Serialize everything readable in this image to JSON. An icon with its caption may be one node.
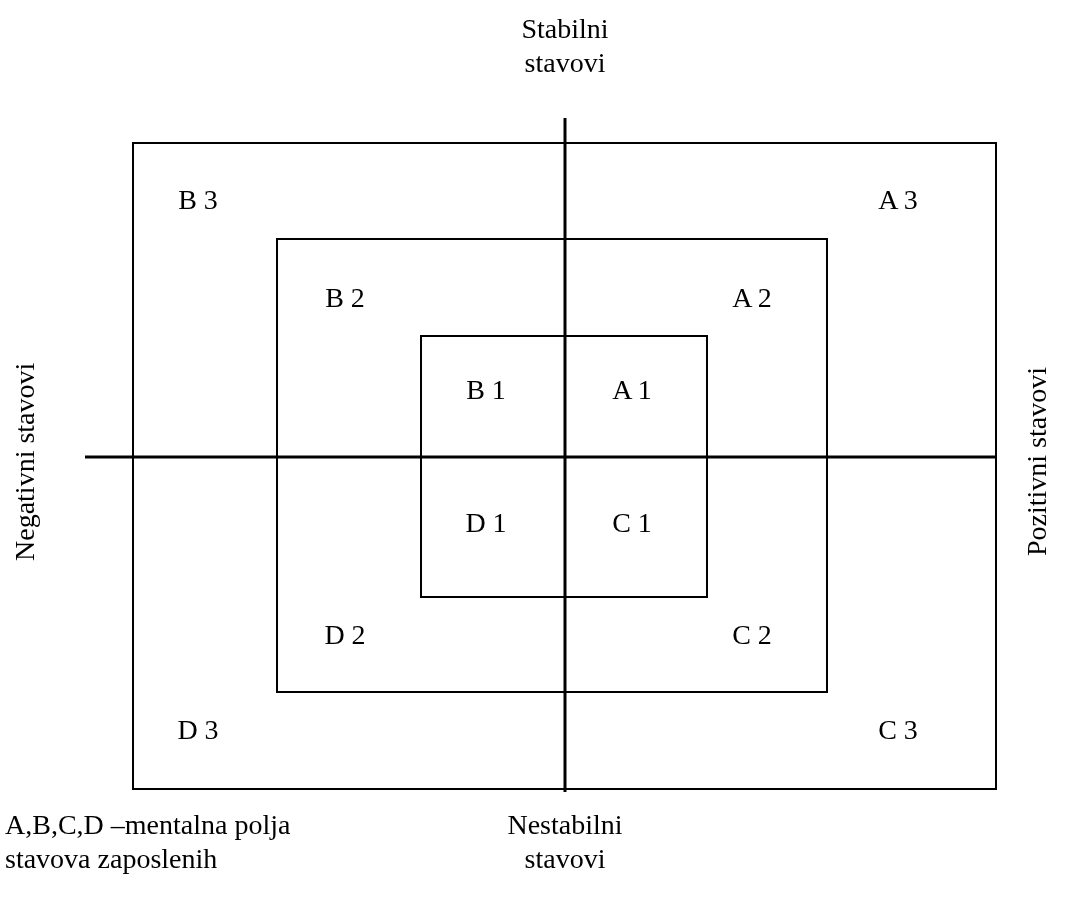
{
  "diagram": {
    "nodes": [
      {
        "text": [
          "B 3",
          "A 3",
          "D 3",
          "C 3"
        ]
      },
      {
        "text": [
          "B 2",
          "A 2",
          "D 2",
          "C 2"
        ],
        "in": 0
      },
      {
        "text": [
          "B 1",
          "A 1",
          "D 1",
          "C 1"
        ],
        "in": 1
      }
    ],
    "labels": [
      "Stabilni stavovi",
      "Negativni stavovi",
      "Pozitivni stavovi",
      "A,B,C,D –mentalna polja stavova zaposlenih",
      "Nestabilni stavovi"
    ]
  }
}
